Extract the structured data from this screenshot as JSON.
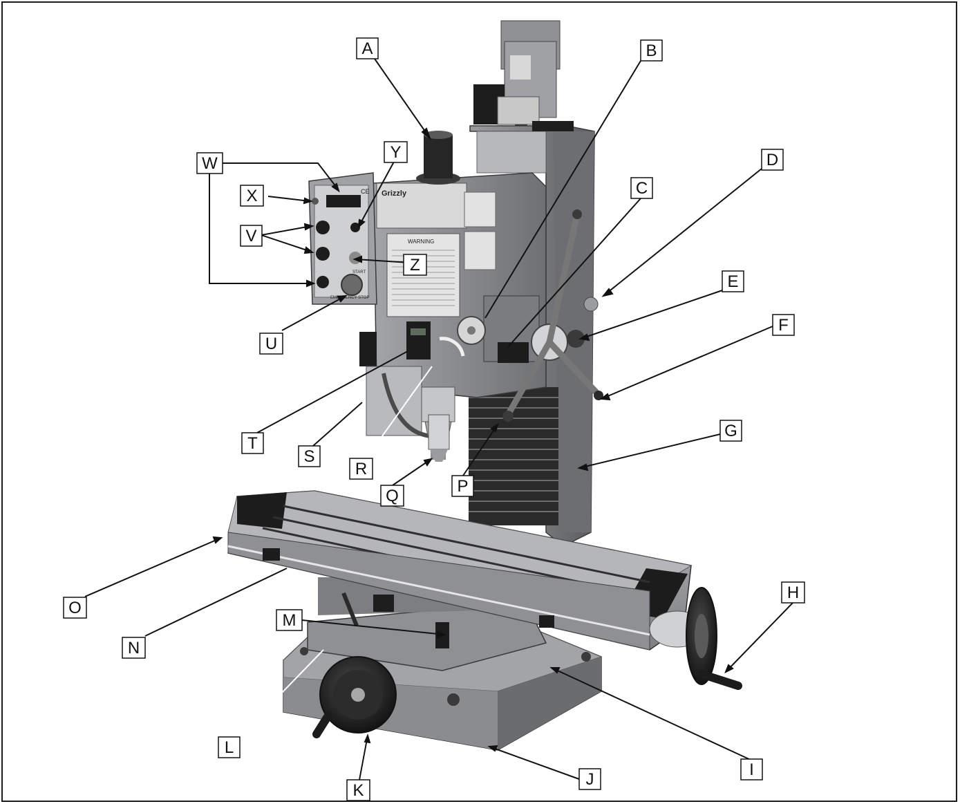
{
  "figure": {
    "callouts": [
      "A",
      "B",
      "C",
      "D",
      "E",
      "F",
      "G",
      "H",
      "I",
      "J",
      "K",
      "L",
      "M",
      "N",
      "O",
      "P",
      "Q",
      "R",
      "S",
      "T",
      "U",
      "V",
      "W",
      "X",
      "Y",
      "Z"
    ]
  },
  "machine": {
    "brand_plate": "Grizzly",
    "panel_warning": "WARNING",
    "panel_ce": "CE",
    "panel_emergency": "EMERGENCY STOP",
    "panel_start": "START"
  },
  "colors": {
    "paint": "#8a8c8f",
    "paint_dark": "#5e6063",
    "paint_light": "#b3b5b8",
    "black": "#1b1b1b",
    "steel": "#c9cbcd",
    "line": "#111111"
  }
}
